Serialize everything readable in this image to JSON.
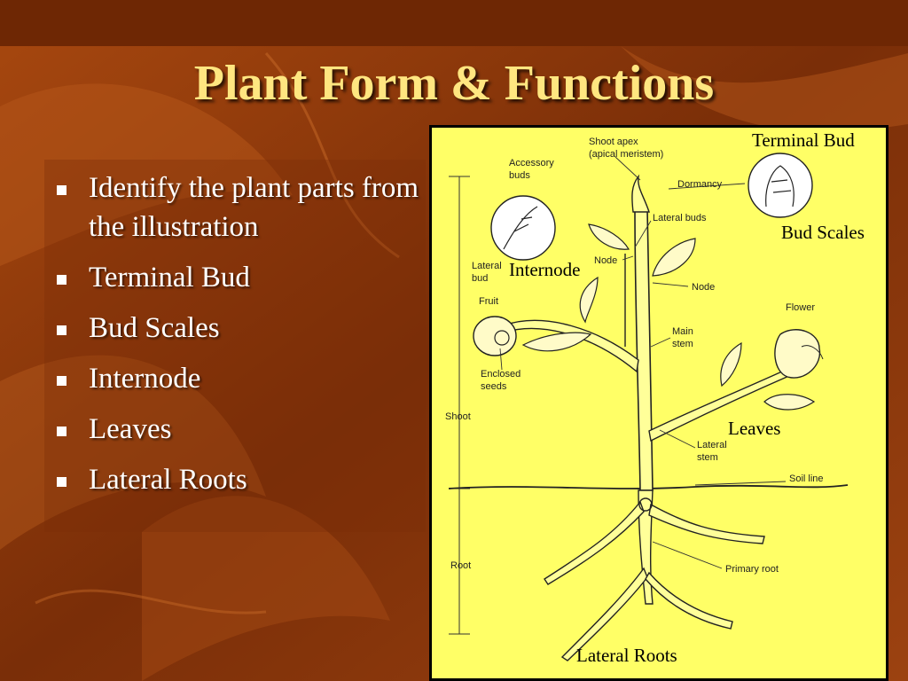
{
  "slide": {
    "title": "Plant Form & Functions",
    "bullets": [
      "Identify the plant parts from the illustration",
      "Terminal Bud",
      "Bud Scales",
      "Internode",
      "Leaves",
      "Lateral Roots"
    ]
  },
  "diagram": {
    "overlay_labels": {
      "terminal_bud": "Terminal Bud",
      "bud_scales": "Bud Scales",
      "internode": "Internode",
      "leaves": "Leaves",
      "lateral_roots": "Lateral Roots"
    },
    "labels": {
      "shoot_apex_1": "Shoot apex",
      "shoot_apex_2": "(apical meristem)",
      "accessory_buds_1": "Accessory",
      "accessory_buds_2": "buds",
      "dormancy": "Dormancy",
      "lateral_buds": "Lateral buds",
      "lateral_bud_1": "Lateral",
      "lateral_bud_2": "bud",
      "node_top": "Node",
      "node": "Node",
      "fruit": "Fruit",
      "flower": "Flower",
      "main_stem_1": "Main",
      "main_stem_2": "stem",
      "enclosed_seeds_1": "Enclosed",
      "enclosed_seeds_2": "seeds",
      "shoot": "Shoot",
      "lateral_stem_1": "Lateral",
      "lateral_stem_2": "stem",
      "soil_line": "Soil line",
      "root": "Root",
      "primary_root": "Primary root"
    }
  },
  "colors": {
    "background": "#8a3a0c",
    "title": "#ffe680",
    "bullet_text": "#ffffff",
    "diagram_bg": "#ffff66"
  }
}
